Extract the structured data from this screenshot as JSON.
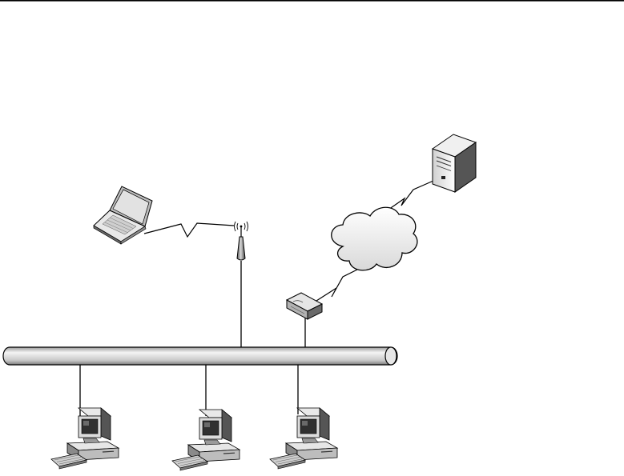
{
  "diagram": {
    "kind": "network-topology",
    "nodes": [
      {
        "id": "laptop",
        "type": "laptop"
      },
      {
        "id": "access_point",
        "type": "wireless-access-point"
      },
      {
        "id": "internet",
        "type": "cloud"
      },
      {
        "id": "server",
        "type": "server"
      },
      {
        "id": "router",
        "type": "router"
      },
      {
        "id": "lan",
        "type": "ethernet-bus"
      },
      {
        "id": "pc1",
        "type": "desktop-computer"
      },
      {
        "id": "pc2",
        "type": "desktop-computer"
      },
      {
        "id": "pc3",
        "type": "desktop-computer"
      }
    ],
    "links": [
      {
        "from": "laptop",
        "to": "access_point",
        "style": "wireless"
      },
      {
        "from": "access_point",
        "to": "lan",
        "style": "wired"
      },
      {
        "from": "router",
        "to": "lan",
        "style": "wired"
      },
      {
        "from": "router",
        "to": "internet",
        "style": "wireless"
      },
      {
        "from": "internet",
        "to": "server",
        "style": "wireless"
      },
      {
        "from": "pc1",
        "to": "lan",
        "style": "wired"
      },
      {
        "from": "pc2",
        "to": "lan",
        "style": "wired"
      },
      {
        "from": "pc3",
        "to": "lan",
        "style": "wired"
      }
    ]
  },
  "colors": {
    "line": "#000000",
    "device_light": "#e8e8e8",
    "device_mid": "#b5b5b5",
    "device_dark": "#4a4a4a",
    "bus_light": "#f4f4f4",
    "bus_dark": "#8c8c8c"
  }
}
